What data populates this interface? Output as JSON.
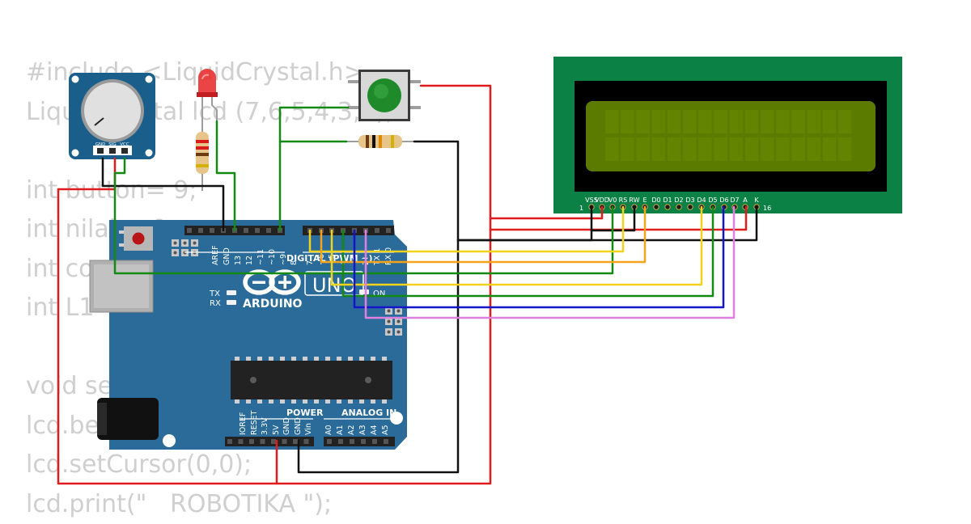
{
  "code_lines": [
    "#include <LiquidCrystal.h>",
    "LiquidCrystal lcd (7,6,5,4,3,2);",
    "",
    "int button= 9;",
    "int nilai = 0;",
    "int co",
    "int L1",
    "",
    "void se",
    "lcd.be",
    "lcd.setCursor(0,0);",
    "lcd.print(\"   ROBOTIKA \");"
  ],
  "arduino": {
    "logo_text": "ARDUINO",
    "model": "UNO",
    "digital_label": "DIGITAL (PWM ~)",
    "power_label": "POWER",
    "analog_label": "ANALOG IN",
    "on_label": "ON",
    "tx_label": "TX",
    "rx_label": "RX",
    "digital_pins": [
      "AREF",
      "GND",
      "13",
      "12",
      "~11",
      "~10",
      "~9",
      "8",
      "7",
      "~6",
      "~5",
      "4",
      "~3",
      "2",
      "TX 1",
      "RX 0"
    ],
    "power_pins": [
      "IOREF",
      "RESET",
      "3.3V",
      "5V",
      "GND",
      "GND",
      "Vin"
    ],
    "analog_pins": [
      "A0",
      "A1",
      "A2",
      "A3",
      "A4",
      "A5"
    ]
  },
  "potentiometer": {
    "pins": [
      "GND",
      "SIG",
      "VCC"
    ]
  },
  "lcd": {
    "first_pin": "1",
    "last_pin": "16",
    "pins": [
      "VSS",
      "VDD",
      "V0",
      "RS",
      "RW",
      "E",
      "D0",
      "D1",
      "D2",
      "D3",
      "D4",
      "D5",
      "D6",
      "D7",
      "A",
      "K"
    ]
  },
  "colors": {
    "board": "#2a6b9a",
    "lcd_pcb": "#0b8146",
    "lcd_screen": "#5b7a00",
    "wire_red": "#e01b1b",
    "wire_black": "#111111",
    "wire_green": "#138a13",
    "wire_yellow": "#f2d31b",
    "wire_orange": "#f5a31a",
    "wire_blue": "#1414c8",
    "wire_violet": "#e07fe0",
    "button_cap": "#1f8a2a",
    "led": "#e83030"
  },
  "icons": [
    "potentiometer-icon",
    "led-icon",
    "resistor-icon",
    "pushbutton-icon",
    "usb-port-icon",
    "power-jack-icon",
    "reset-button-icon",
    "chip-icon"
  ]
}
